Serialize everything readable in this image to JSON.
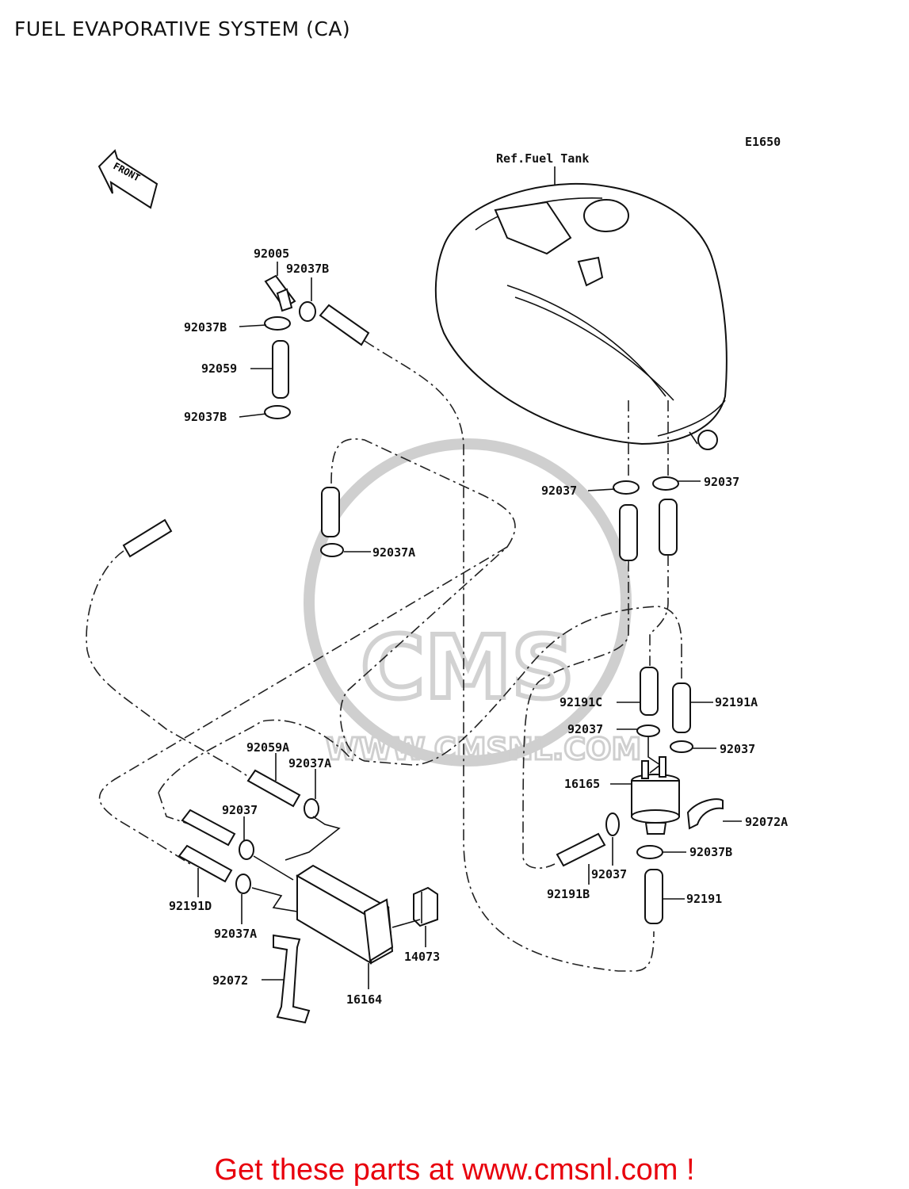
{
  "title": "FUEL EVAPORATIVE SYSTEM (CA)",
  "diagram_code": "E1650",
  "front_marker": "FRONT",
  "ref_label": "Ref.Fuel Tank",
  "watermark": "WWW.CMSNL.COM",
  "watermark_logo": "CMS",
  "labels": {
    "p92005": "92005",
    "p92037B_top": "92037B",
    "p92037B_left1": "92037B",
    "p92059": "92059",
    "p92037B_left2": "92037B",
    "p92037_tr_left": "92037",
    "p92037_tr_right": "92037",
    "p92037A_mid": "92037A",
    "p92191C": "92191C",
    "p92191A": "92191A",
    "p92037_r1": "92037",
    "p92037_r2": "92037",
    "p16165": "16165",
    "p92072A": "92072A",
    "p92037B_r": "92037B",
    "p92037_r3": "92037",
    "p92191B": "92191B",
    "p92191": "92191",
    "p92059A": "92059A",
    "p92037A_bl": "92037A",
    "p92037_bl": "92037",
    "p92191D": "92191D",
    "p92037A_bl2": "92037A",
    "p14073": "14073",
    "p92072": "92072",
    "p16164": "16164"
  },
  "footer": "Get these parts at www.cmsnl.com !"
}
